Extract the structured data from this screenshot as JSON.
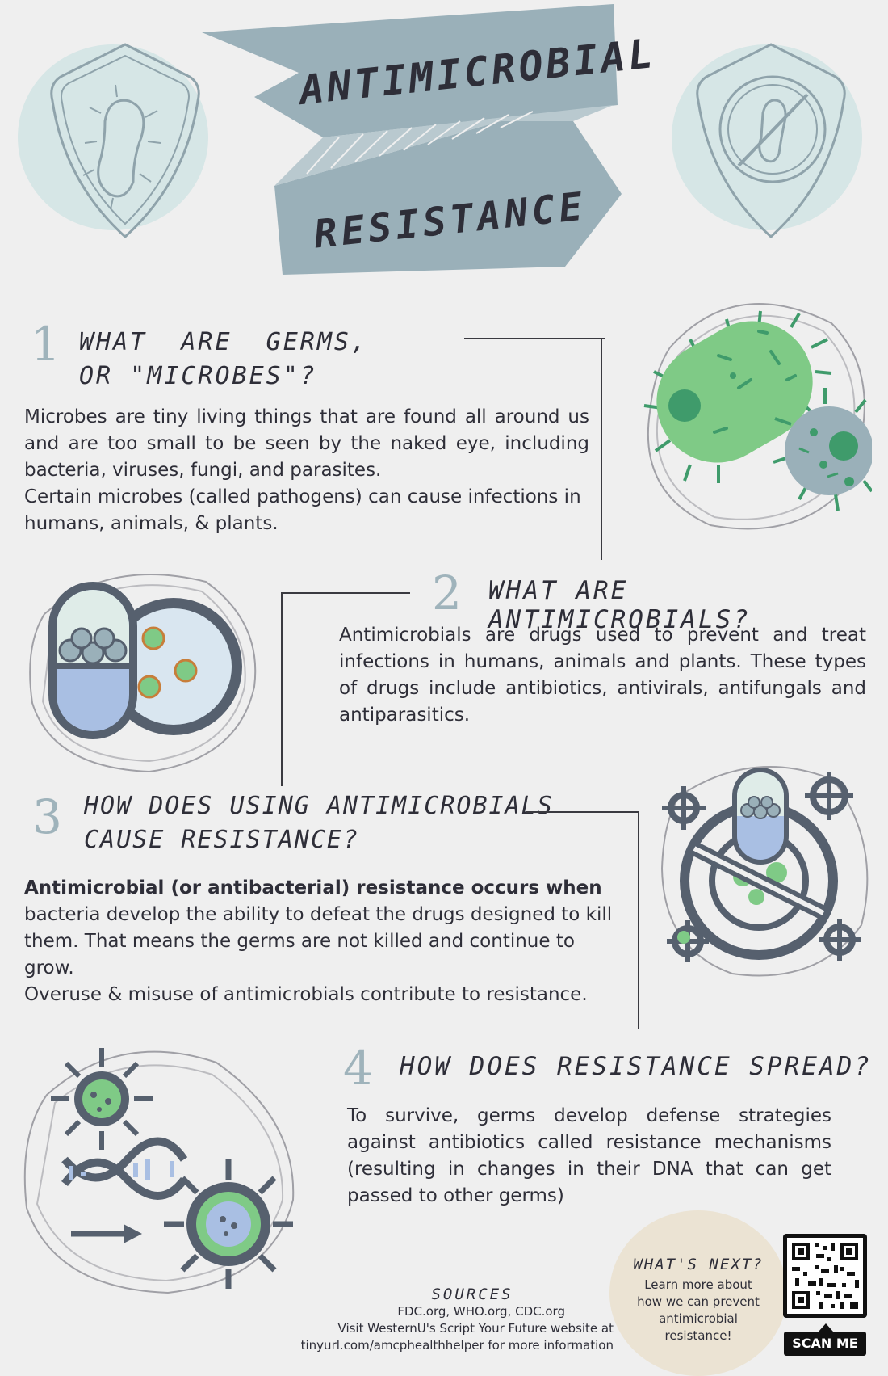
{
  "banner": {
    "line1": "ANTIMICROBIAL",
    "line2": "RESISTANCE"
  },
  "sections": [
    {
      "number": "1",
      "heading_line1": "WHAT  ARE  GERMS,",
      "heading_line2": "OR \"MICROBES\"?",
      "paragraph1": "Microbes are tiny living things that are found all around us and are too small to be seen by the naked eye, including bacteria, viruses, fungi, and parasites.",
      "paragraph2": "Certain microbes (called pathogens) can cause infections in humans, animals, & plants."
    },
    {
      "number": "2",
      "heading": "WHAT ARE ANTIMICROBIALS?",
      "paragraph1": "Antimicrobials are drugs used to prevent and treat infections in humans, animals and plants. These types of drugs include antibiotics, antivirals, antifungals and antiparasitics."
    },
    {
      "number": "3",
      "heading_line1": "HOW DOES USING ANTIMICROBIALS",
      "heading_line2": "CAUSE RESISTANCE?",
      "bold_lead": "Antimicrobial (or antibacterial) resistance occurs when",
      "paragraph1": "bacteria develop the ability to defeat the drugs designed to kill them. That means the germs are not killed and continue to grow.",
      "paragraph2": "Overuse & misuse of antimicrobials contribute to resistance."
    },
    {
      "number": "4",
      "heading": "HOW DOES RESISTANCE SPREAD?",
      "paragraph1": "To survive, germs develop defense strategies against antibiotics called resistance mechanisms (resulting in changes in their DNA that can get passed to other germs)"
    }
  ],
  "sources": {
    "title": "SOURCES",
    "line1": "FDC.org, WHO.org, CDC.org",
    "line2": "Visit WesternU's Script Your Future website at",
    "line3": "tinyurl.com/amcphealthhelper for more information"
  },
  "whats_next": {
    "title": "WHAT'S NEXT?",
    "line1": "Learn more about",
    "line2": "how we can prevent",
    "line3": "antimicrobial",
    "line4": "resistance!"
  },
  "qr": {
    "label": "SCAN ME"
  },
  "colors": {
    "banner": "#9ab0b9",
    "blob": "#d6e6e6",
    "green": "#7fca86",
    "slate": "#56606e",
    "accent_blue": "#a9bfe3"
  }
}
